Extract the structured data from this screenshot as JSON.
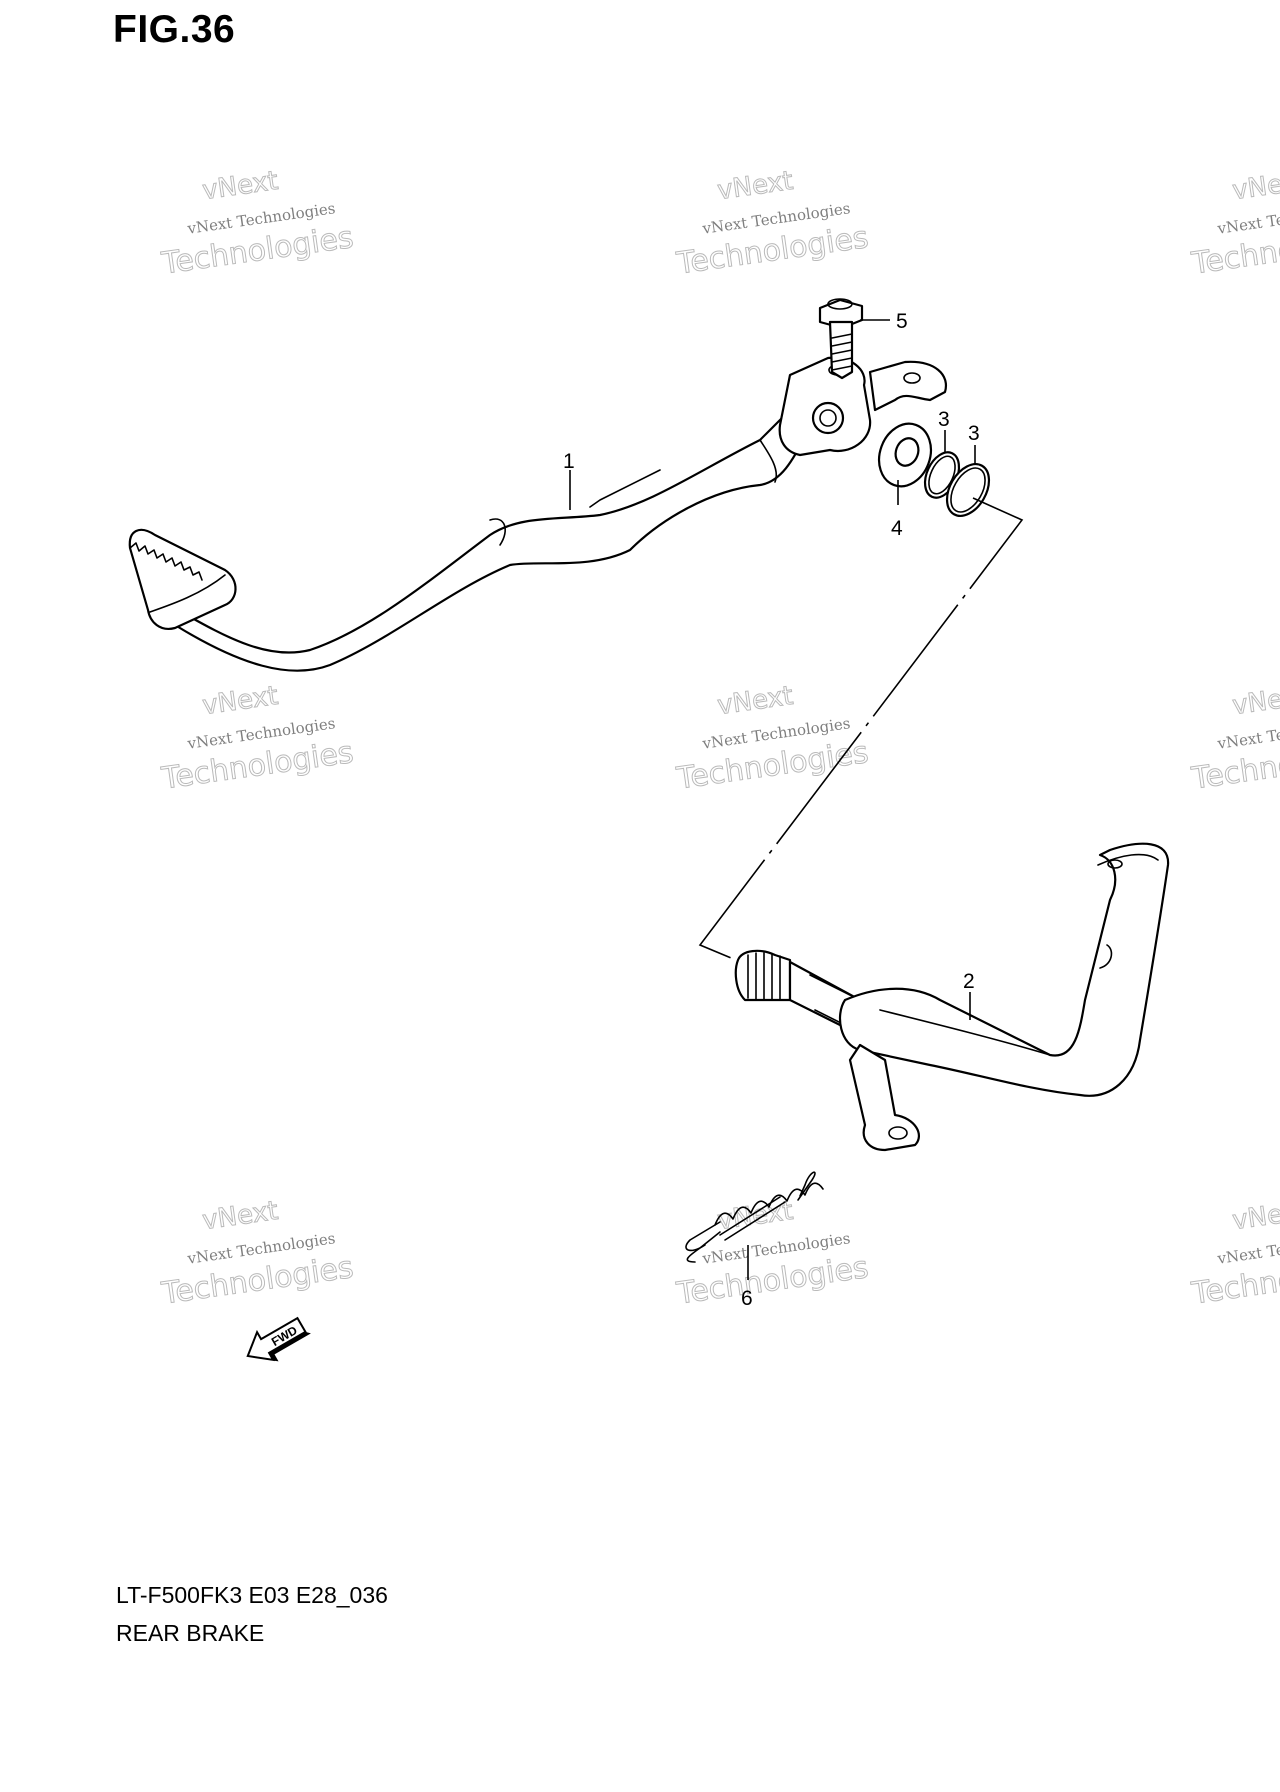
{
  "figure": {
    "title": "FIG.36",
    "code": "LT-F500FK3 E03 E28_036",
    "name": "REAR BRAKE"
  },
  "callouts": [
    "1",
    "2",
    "3",
    "3",
    "4",
    "5",
    "6"
  ],
  "watermark": {
    "line_small": "vNext Technologies",
    "line_top": "vNext",
    "line_big": "Technologies"
  },
  "fwd_label": "FWD",
  "colors": {
    "ink": "#000000",
    "watermark": "#aaaaaa",
    "background": "#ffffff"
  }
}
